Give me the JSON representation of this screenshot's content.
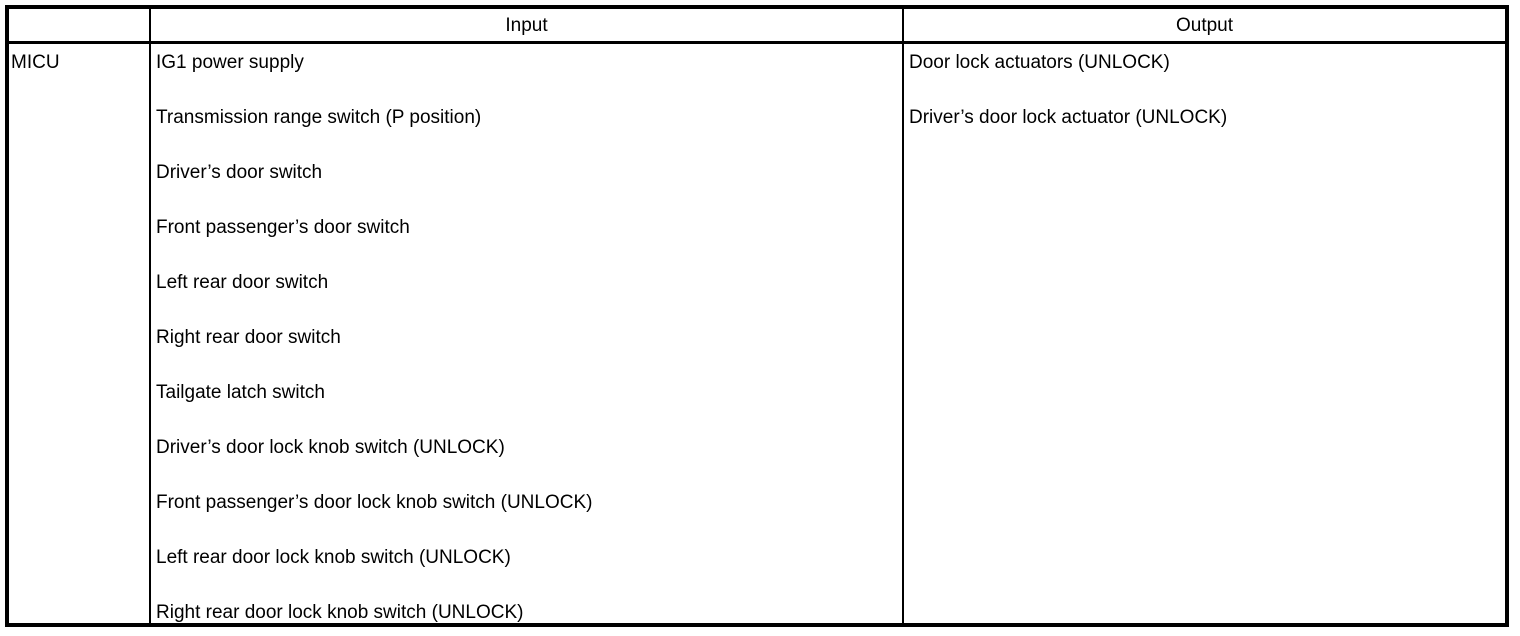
{
  "table": {
    "columns": {
      "unit_header": "",
      "input_header": "Input",
      "output_header": "Output"
    },
    "rows": [
      {
        "unit": "MICU",
        "inputs": [
          "IG1 power supply",
          "Transmission range switch (P position)",
          "Driver’s door switch",
          "Front passenger’s door switch",
          "Left rear door switch",
          "Right rear door switch",
          "Tailgate latch switch",
          "Driver’s door lock knob switch (UNLOCK)",
          "Front passenger’s door lock knob switch (UNLOCK)",
          "Left rear door lock knob switch (UNLOCK)",
          "Right rear door lock knob switch (UNLOCK)"
        ],
        "outputs": [
          "Door lock actuators (UNLOCK)",
          "Driver’s door lock actuator (UNLOCK)"
        ]
      }
    ],
    "colors": {
      "border": "#000000",
      "text": "#000000",
      "background": "#ffffff"
    }
  }
}
